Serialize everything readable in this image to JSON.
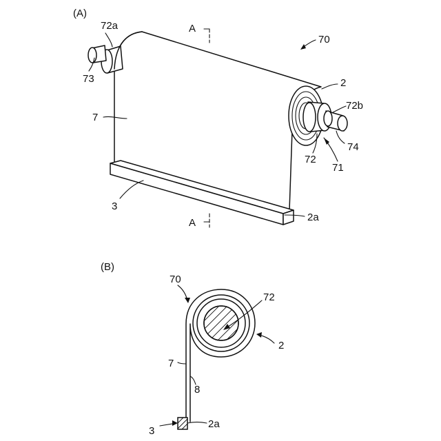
{
  "figure_a": {
    "panel_label": "(A)",
    "section_mark_top": "A",
    "section_mark_bottom": "A",
    "labels": {
      "roll_device": "70",
      "shaft_end_left_ref": "72a",
      "shaft_end_right_ref": "72b",
      "left_stub": "73",
      "right_stub": "74",
      "sheet": "7",
      "wound_sheet": "2",
      "core": "72",
      "reel_unit": "71",
      "weight_bar": "3",
      "sheet_edge": "2a"
    }
  },
  "figure_b": {
    "panel_label": "(B)",
    "labels": {
      "roll_device": "70",
      "core": "72",
      "wound_sheet": "2",
      "sheet": "7",
      "sheet_portion": "8",
      "weight_bar": "3",
      "sheet_edge": "2a"
    }
  }
}
